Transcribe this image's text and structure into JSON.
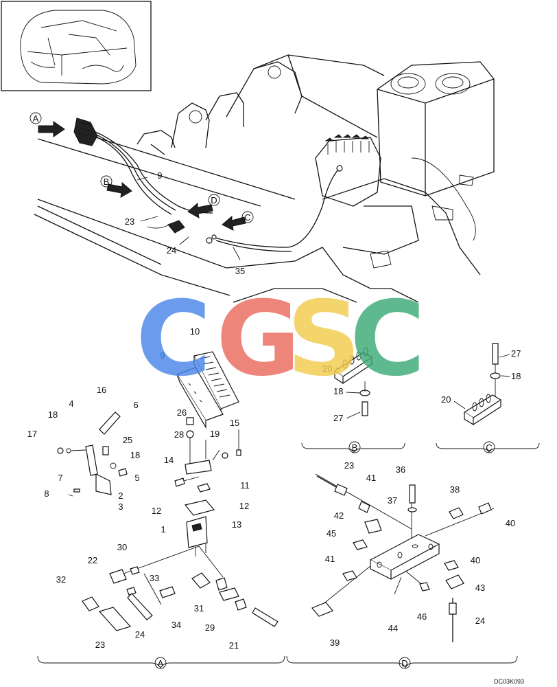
{
  "diagram": {
    "code": "DC03K093",
    "views": [
      {
        "key": "A",
        "caption": "A"
      },
      {
        "key": "B",
        "caption": "B"
      },
      {
        "key": "C",
        "caption": "C"
      },
      {
        "key": "D",
        "caption": "D"
      }
    ],
    "overview_pointers": [
      "A",
      "B",
      "D",
      "C"
    ],
    "overview_labels": [
      "9",
      "23",
      "24",
      "35"
    ],
    "view_b_labels": [
      "20",
      "18",
      "27"
    ],
    "view_c_labels": [
      "27",
      "18",
      "20"
    ],
    "view_a_labels": [
      "16",
      "4",
      "6",
      "18",
      "17",
      "25",
      "18",
      "5",
      "7",
      "8",
      "2",
      "3",
      "10",
      "9",
      "26",
      "15",
      "28",
      "19",
      "14",
      "11",
      "12",
      "12",
      "1",
      "13",
      "30",
      "22",
      "32",
      "33",
      "24",
      "23",
      "31",
      "34",
      "29",
      "21"
    ],
    "view_d_labels": [
      "23",
      "41",
      "36",
      "38",
      "37",
      "42",
      "45",
      "40",
      "41",
      "40",
      "43",
      "39",
      "44",
      "46",
      "24"
    ]
  },
  "watermark": {
    "letters": [
      "C",
      "G",
      "S",
      "C"
    ],
    "colors": [
      "#4a86e8",
      "#ea6b5e",
      "#f2cb4e",
      "#3daa77"
    ]
  }
}
